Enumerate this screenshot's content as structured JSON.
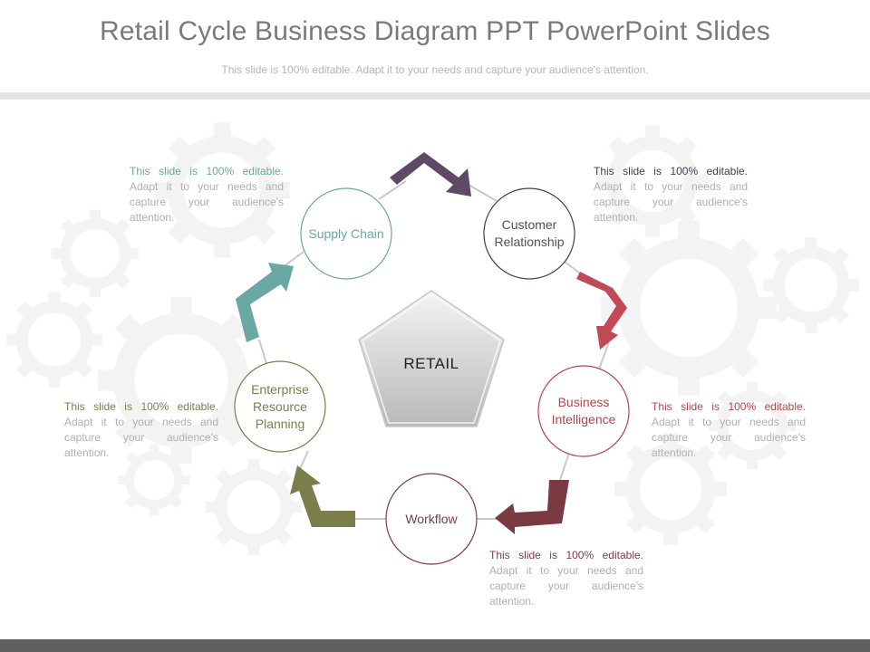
{
  "title": "Retail Cycle Business Diagram PPT PowerPoint Slides",
  "subtitle": "This slide is 100% editable. Adapt it to your needs and capture your audience's attention.",
  "center": {
    "label": "RETAIL"
  },
  "nodes": [
    {
      "label": "Supply Chain",
      "color": "#6fa6a0"
    },
    {
      "label": "Customer Relationship",
      "color": "#5a4a5e"
    },
    {
      "label": "Business Intelligence",
      "color": "#b5444c"
    },
    {
      "label": "Workflow",
      "color": "#7a3e45"
    },
    {
      "label": "Enterprise Resource Planning",
      "color": "#7b7d4a"
    }
  ],
  "arrows": [
    {
      "color": "#5e4a66"
    },
    {
      "color": "#c04a55"
    },
    {
      "color": "#7a3a42"
    },
    {
      "color": "#7b7d4a"
    },
    {
      "color": "#6aa8a4"
    }
  ],
  "descriptions": [
    {
      "lead": "This slide is 100% editable.",
      "rest": " Adapt it to your needs and capture your audience's attention.",
      "color": "#6aa8a4"
    },
    {
      "lead": "This slide is 100% editable.",
      "rest": " Adapt it to your needs and capture your audience's attention.",
      "color": "#4a3a52"
    },
    {
      "lead": "This slide is 100% editable.",
      "rest": " Adapt it to your needs and capture your audience's attention.",
      "color": "#b5444c"
    },
    {
      "lead": "This slide is 100% editable.",
      "rest": " Adapt it to your needs and capture your audience's attention.",
      "color": "#7a3e45"
    },
    {
      "lead": "This slide is 100% editable.",
      "rest": " Adapt it to your needs and capture your audience's attention.",
      "color": "#7b7d4a"
    }
  ]
}
